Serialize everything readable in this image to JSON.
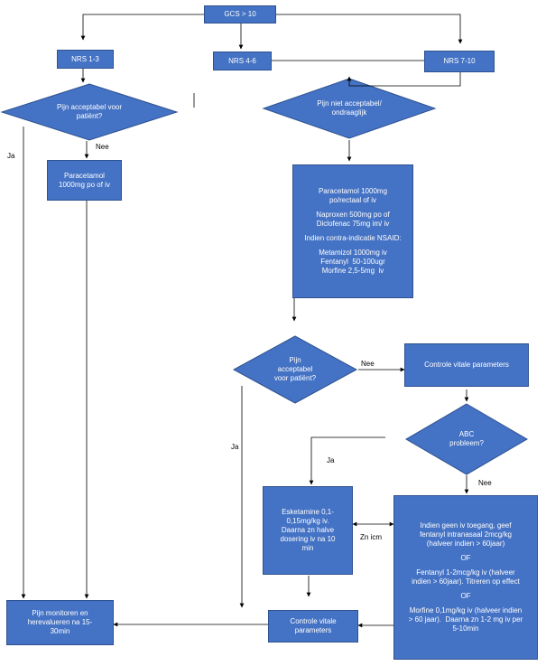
{
  "nodes": {
    "gcs": "GCS > 10",
    "nrs13": "NRS 1-3",
    "nrs46": "NRS 4-6",
    "nrs710": "NRS 7-10",
    "pijn_acceptabel_1": [
      "Pijn acceptabel voor",
      "patiënt?"
    ],
    "paracetamol_low": [
      "Paracetamol",
      "1000mg po of iv"
    ],
    "pijn_niet_acceptabel": [
      "Pijn niet acceptabel/",
      "ondraaglijk"
    ],
    "medication_block": {
      "p1": [
        "Paracetamol 1000mg",
        "po/rectaal of iv"
      ],
      "p2": [
        "Naproxen 500mg po of",
        "Diclofenac 75mg im/ iv"
      ],
      "p3": [
        "Indien contra-indicatie NSAID:"
      ],
      "p4": [
        "Metamizol 1000mg iv",
        "Fentanyl  50-100ugr",
        "Morfine 2,5-5mg  iv"
      ]
    },
    "pijn_acceptabel_2": [
      "Pijn",
      "acceptabel",
      "voor patiënt?"
    ],
    "controle_vitale_1": "Controle vitale parameters",
    "abc_probleem": [
      "ABC",
      "probleem?"
    ],
    "esketamine": [
      "Esketamine 0,1-",
      "0,15mg/kg iv.",
      "Daarna zn halve",
      "dosering iv na 10",
      "min"
    ],
    "fentanyl_morfine": {
      "p1": [
        "Indien geen iv toegang, geef",
        "fentanyl intranasaal 2mcg/kg",
        "(halveer indien > 60jaar)"
      ],
      "of1": "OF",
      "p2": [
        "Fentanyl 1-2mcg/kg iv (halveer",
        "indien > 60jaar). Titreren op effect"
      ],
      "of2": "OF",
      "p3": [
        "Morfine 0,1mg/kg iv (halveer indien",
        "> 60 jaar).  Daarna zn 1-2 mg iv per",
        "5-10min"
      ]
    },
    "controle_vitale_2": [
      "Controle vitale",
      "parameters"
    ],
    "pijn_monitoren": [
      "Pijn monitoren en",
      "herevalueren na 15-",
      "30min"
    ]
  },
  "edge_labels": {
    "ja_left": "Ja",
    "nee_1": "Nee",
    "nee_2": "Nee",
    "ja_middle": "Ja",
    "ja_abc": "Ja",
    "nee_abc": "Nee",
    "zn_icm": "Zn icm"
  },
  "colors": {
    "node_fill": "#4472c4",
    "node_border": "#2f528f",
    "node_text": "#ffffff",
    "line": "#000000"
  }
}
